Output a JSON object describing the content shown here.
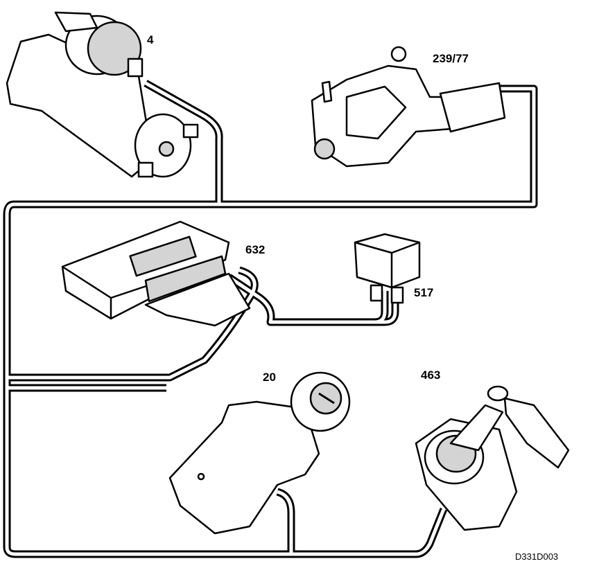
{
  "labels": {
    "starter": "4",
    "sensor": "239/77",
    "ecu": "632",
    "relay": "517",
    "ignition_switch": "20",
    "transponder": "463"
  },
  "reference": "D331D003",
  "colors": {
    "line": "#000000",
    "fill": "#ffffff",
    "shade": "#d4d4d4"
  }
}
